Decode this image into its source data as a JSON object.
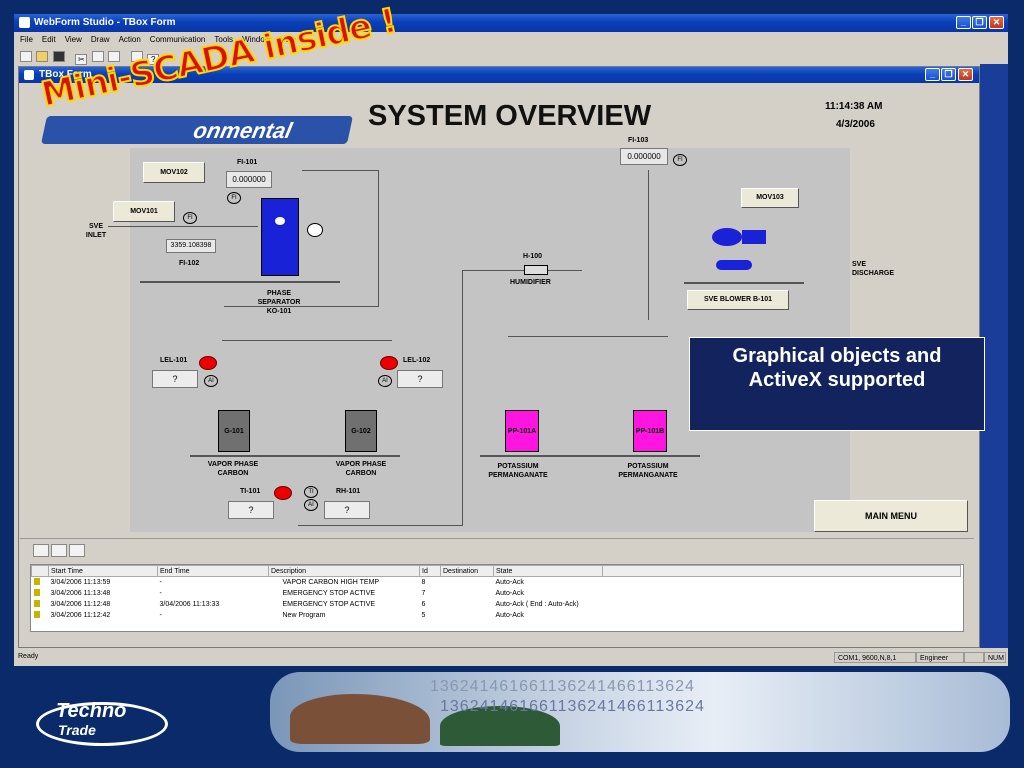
{
  "window": {
    "title": "WebForm Studio - TBox Form"
  },
  "menu": [
    "File",
    "Edit",
    "View",
    "Draw",
    "Action",
    "Communication",
    "Tools",
    "Window",
    "Help"
  ],
  "form": {
    "title": "TBox Form"
  },
  "header": {
    "title": "SYSTEM OVERVIEW",
    "time": "11:14:38 AM",
    "date": "4/3/2006",
    "logo_partial": "onmental"
  },
  "overlay": {
    "banner": "Mini-SCADA inside !",
    "callout": "Graphical objects and ActiveX supported"
  },
  "diagram": {
    "mov102": "MOV102",
    "mov101": "MOV101",
    "mov103": "MOV103",
    "fi101": {
      "label": "FI-101",
      "value": "0.000000"
    },
    "fi102": {
      "label": "FI-102",
      "value": "3359.108398"
    },
    "fi103": {
      "label": "FI-103",
      "value": "0.000000"
    },
    "fi_tag": "FI",
    "ai_tag": "AI",
    "ti_tag": "TI",
    "sve_inlet": "SVE INLET",
    "phase_sep": "PHASE SEPARATOR KO-101",
    "h100": "H-100",
    "humidifier": "HUMIDIFIER",
    "blower": "SVE BLOWER B-101",
    "sve_discharge": "SVE DISCHARGE",
    "lel101": "LEL-101",
    "lel102": "LEL-102",
    "g101": "G-101",
    "g102": "G-102",
    "vpc": "VAPOR PHASE CARBON",
    "ti101": "TI-101",
    "rh101": "RH-101",
    "pp101a": "PP-101A",
    "pp101b": "PP-101B",
    "kmno4": "POTASSIUM PERMANGANATE",
    "gauge_val": "?",
    "main_menu": "MAIN MENU"
  },
  "alarms": {
    "columns": [
      "Start Time",
      "End Time",
      "Description",
      "Id",
      "Destination",
      "State"
    ],
    "rows": [
      [
        "3/04/2006  11:13:59",
        "-",
        "VAPOR CARBON HIGH TEMP",
        "8",
        "",
        "Auto-Ack"
      ],
      [
        "3/04/2006  11:13:48",
        "-",
        "EMERGENCY STOP ACTIVE",
        "7",
        "",
        "Auto-Ack"
      ],
      [
        "3/04/2006  11:12:48",
        "3/04/2006  11:13:33",
        "EMERGENCY STOP ACTIVE",
        "6",
        "",
        "Auto-Ack ( End : Auto-Ack)"
      ],
      [
        "3/04/2006  11:12:42",
        "-",
        "New Program",
        "5",
        "",
        "Auto-Ack"
      ]
    ]
  },
  "status": {
    "left": "Ready",
    "com": "COM1, 9600,N,8,1",
    "user": "Engineer",
    "num": "NUM"
  },
  "footer": {
    "logo_line1": "Techno",
    "logo_line2": "Trade",
    "digits": "136241461661136241466113624"
  }
}
